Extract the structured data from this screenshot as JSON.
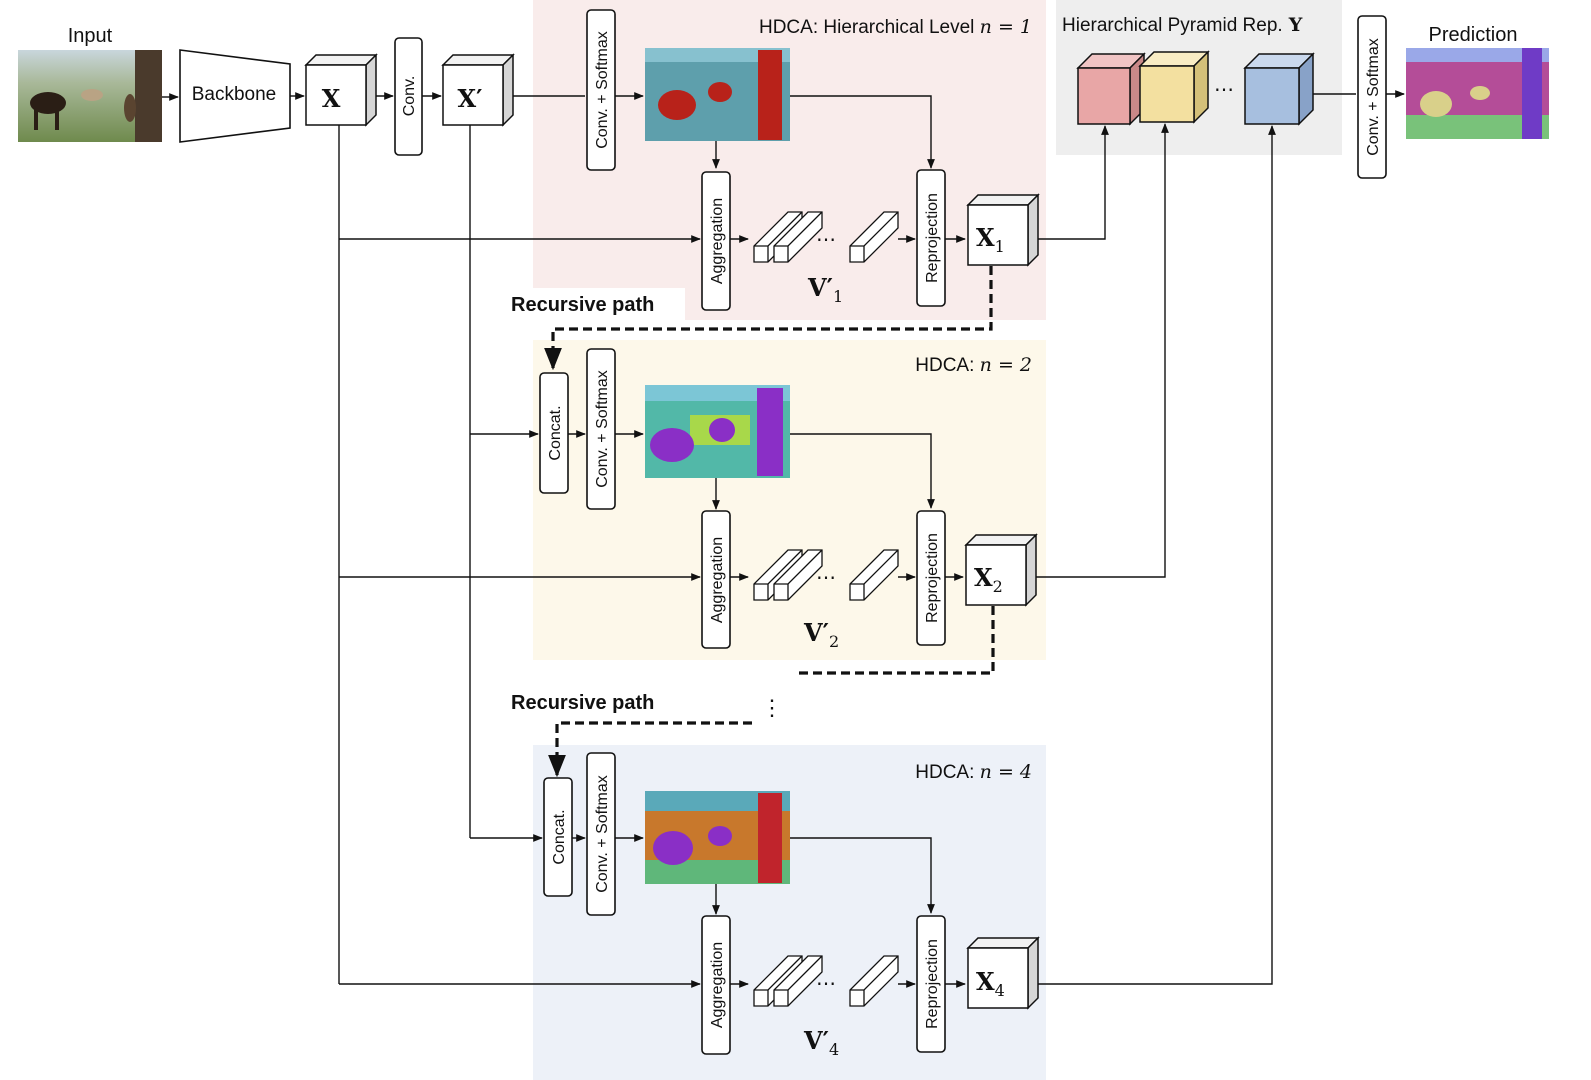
{
  "input": {
    "label": "Input"
  },
  "backbone": {
    "label": "Backbone"
  },
  "features": {
    "x": "X",
    "x_prime": "X′"
  },
  "conv": {
    "label": "Conv."
  },
  "conv_softmax": {
    "label": "Conv. + Softmax"
  },
  "aggregation": {
    "label": "Aggregation"
  },
  "reprojection": {
    "label": "Reprojection"
  },
  "concat": {
    "label": "Concat."
  },
  "ellipsis": "⋯",
  "vdots": "⋮",
  "levels": [
    {
      "title_prefix": "HDCA: Hierarchical Level ",
      "n_eq": "n = 1",
      "out": "X",
      "out_sub": "1",
      "v": "V′",
      "v_sub": "1",
      "color": "#f9eceb"
    },
    {
      "title_prefix": "HDCA: ",
      "n_eq": "n = 2",
      "out": "X",
      "out_sub": "2",
      "v": "V′",
      "v_sub": "2",
      "color": "#fdf8ea"
    },
    {
      "title_prefix": "HDCA: ",
      "n_eq": "n = 4",
      "out": "X",
      "out_sub": "4",
      "v": "V′",
      "v_sub": "4",
      "color": "#edf1f8"
    }
  ],
  "recursive": {
    "label": "Recursive path"
  },
  "pyramid": {
    "label": "Hierarchical Pyramid Rep.",
    "symbol": "Y",
    "colors": [
      "#e8a6a6",
      "#f3e0a0",
      "#a7bfdf"
    ],
    "bg": "#eeeeee"
  },
  "prediction": {
    "label": "Prediction"
  }
}
